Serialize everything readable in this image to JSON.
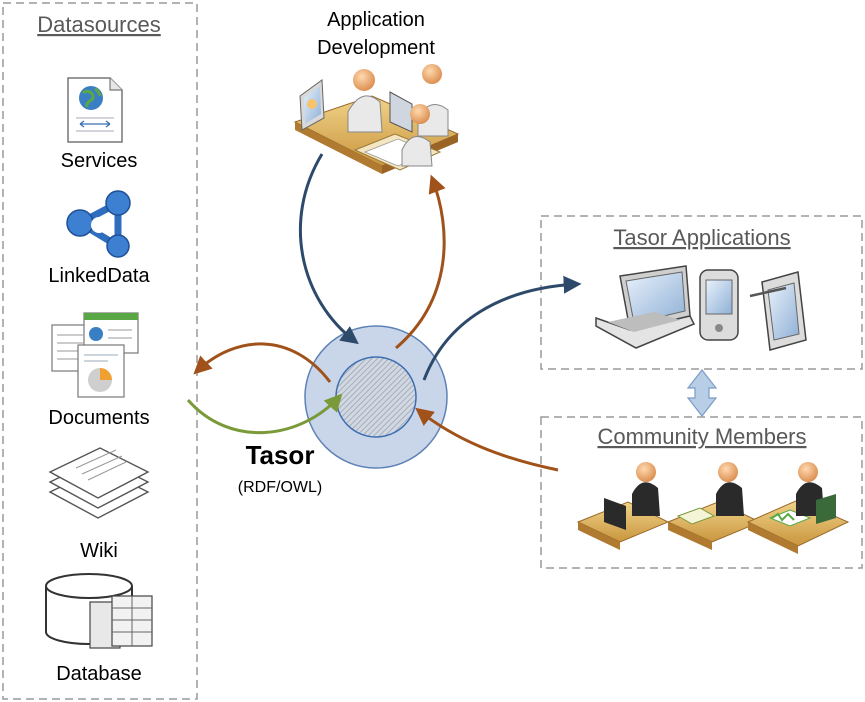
{
  "datasources": {
    "title": "Datasources",
    "items": [
      "Services",
      "LinkedData",
      "Documents",
      "Wiki",
      "Database"
    ]
  },
  "app_dev": {
    "line1": "Application",
    "line2": "Development"
  },
  "center": {
    "name": "Tasor",
    "sub": "(RDF/OWL)"
  },
  "tasor_apps": {
    "title": "Tasor Applications"
  },
  "community": {
    "title": "Community Members"
  },
  "colors": {
    "navy_arrow": "#2e4a6b",
    "brown_arrow": "#a0521a",
    "green_arrow": "#7a9a3a",
    "hub_fill": "#c9d6ea",
    "hub_stroke": "#5d82b6",
    "dashed_border": "#9a9a9a",
    "title_gray": "#595959"
  }
}
